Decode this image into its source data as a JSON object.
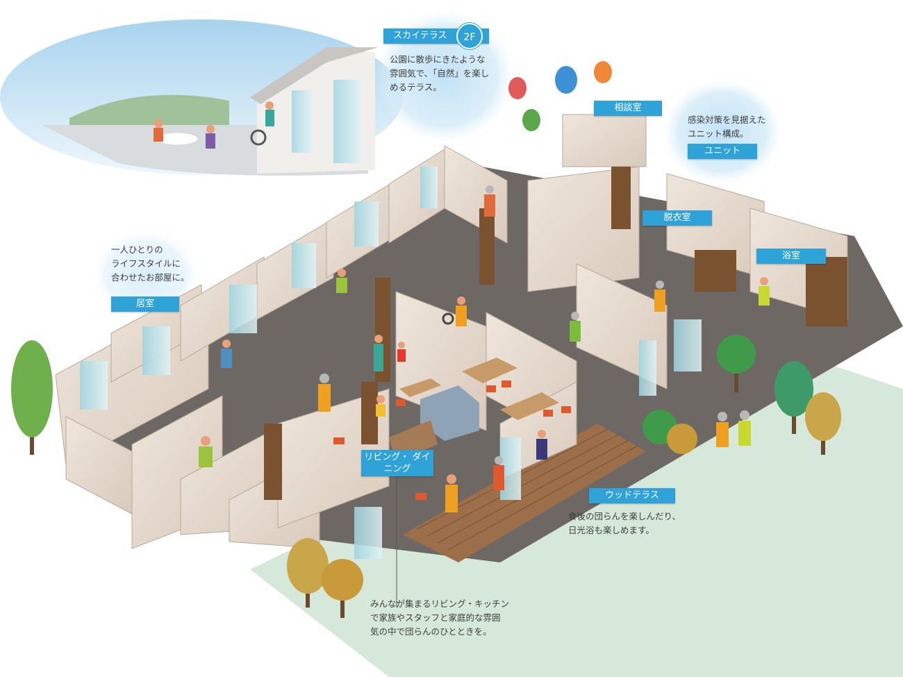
{
  "labels": {
    "sky_terrace": {
      "name": "スカイテラス",
      "floor": "2F",
      "desc": "公園に散歩にきたような\n雰囲気で、「自然」を楽し\nめるテラス。"
    },
    "consultation": {
      "name": "相談室"
    },
    "unit": {
      "name": "ユニット",
      "desc": "感染対策を見据えた\nユニット構成。"
    },
    "dressing": {
      "name": "脱衣室"
    },
    "bath": {
      "name": "浴室"
    },
    "private_room": {
      "name": "居室",
      "desc": "一人ひとりの\nライフスタイルに\n合わせたお部屋に。"
    },
    "living": {
      "name": "リビング・\nダイニング",
      "desc": "みんなが集まるリビング・キッチン\nで家族やスタッフと家庭的な雰囲\n気の中で団らんのひとときを。"
    },
    "wood_terrace": {
      "name": "ウッドテラス",
      "desc": "食後の団らんを楽しんだり、\n日光浴も楽しめます。"
    }
  },
  "colors": {
    "tag": "#2fa3d8",
    "wall": "#e8ddd3",
    "wood": "#8a5a36",
    "floor": "#6d6763",
    "lawn": "#cfe3d2",
    "sky": "#cfe6f5"
  }
}
